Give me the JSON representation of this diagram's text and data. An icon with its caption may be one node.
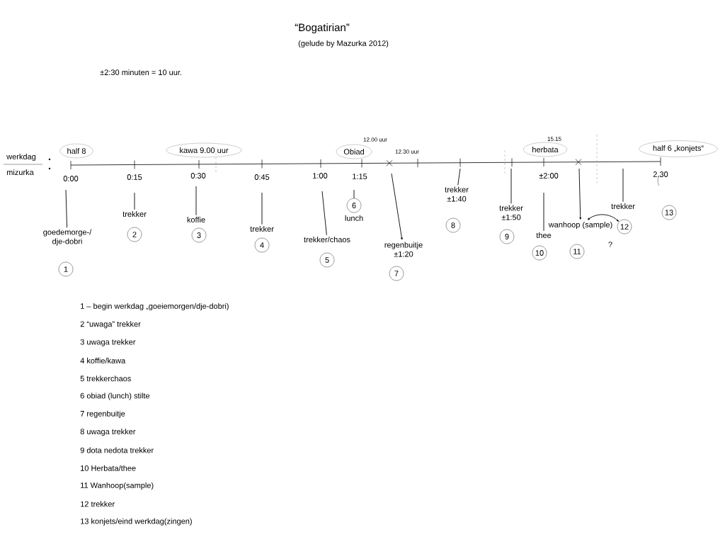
{
  "diagram": {
    "title": "“Bogatirian”",
    "nodes": [
      {
        "text": [
          "half 8"
        ]
      },
      {
        "text": [
          "kawa 9.00 uur"
        ]
      },
      {
        "text": [
          "Obiad"
        ]
      },
      {
        "text": [
          "herbata"
        ]
      },
      {
        "text": [
          "half 6 „konjets“"
        ]
      },
      {
        "text": [
          "goedemorge-/ dje-dobri"
        ]
      },
      {
        "text": [
          "1"
        ]
      },
      {
        "text": [
          "trekker"
        ]
      },
      {
        "text": [
          "2"
        ]
      },
      {
        "text": [
          "koffie"
        ]
      },
      {
        "text": [
          "3"
        ]
      },
      {
        "text": [
          "trekker"
        ]
      },
      {
        "text": [
          "4"
        ]
      },
      {
        "text": [
          "trekker/chaos"
        ]
      },
      {
        "text": [
          "5"
        ]
      },
      {
        "text": [
          "6"
        ],
        "beside": [
          "lunch"
        ]
      },
      {
        "text": [
          "regenbuitje",
          "±1:20"
        ]
      },
      {
        "text": [
          "7"
        ]
      },
      {
        "text": [
          "trekker",
          "±1:40"
        ]
      },
      {
        "text": [
          "8"
        ]
      },
      {
        "text": [
          "trekker",
          "±1:50"
        ]
      },
      {
        "text": [
          "9"
        ]
      },
      {
        "text": [
          "thee"
        ]
      },
      {
        "text": [
          "10"
        ]
      },
      {
        "text": [
          "wanhoop (sample)"
        ]
      },
      {
        "text": [
          "11"
        ]
      },
      {
        "text": [
          "trekker"
        ]
      },
      {
        "text": [
          "12"
        ]
      },
      {
        "text": [
          "13"
        ]
      }
    ],
    "edges": [
      {
        "from": null,
        "to": 5,
        "arrow": "none"
      },
      {
        "from": null,
        "to": 7,
        "arrow": "none"
      },
      {
        "from": null,
        "to": 9,
        "arrow": "none"
      },
      {
        "from": null,
        "to": 11,
        "arrow": "none"
      },
      {
        "from": null,
        "to": 13,
        "arrow": "none"
      },
      {
        "from": null,
        "to": 15,
        "arrow": "none"
      },
      {
        "from": null,
        "to": 16,
        "arrow": "to"
      },
      {
        "from": null,
        "to": 18,
        "arrow": "none"
      },
      {
        "from": null,
        "to": 20,
        "arrow": "none"
      },
      {
        "from": null,
        "to": 22,
        "arrow": "none"
      },
      {
        "from": null,
        "to": 24,
        "arrow": "to"
      },
      {
        "from": null,
        "to": 26,
        "arrow": "none"
      },
      {
        "from": 24,
        "to": 27,
        "arrow": "both",
        "label": "?"
      }
    ],
    "labels": [
      "(gelude by Mazurka 2012)",
      "±2:30 minuten = 10 uur.",
      "werkdag",
      "mizurka",
      "0:00",
      "0:15",
      "0:30",
      "0:45",
      "1:00",
      "1:15",
      "12.00 uur",
      "12.30 uur",
      "15.15",
      "±2:00",
      "2.30",
      "1 – begin werkdag „goeiemorgen/dje-dobri)",
      "2 “uwaga” trekker",
      "3 uwaga trekker",
      "4 koffie/kawa",
      "5 trekkerchaos",
      "6 obiad (lunch) stilte",
      "7 regenbuitje",
      "8 uwaga trekker",
      "9 dota nedota trekker",
      "10 Herbata/thee",
      "11 Wanhoop(sample)",
      "12 trekker",
      "13 konjets/eind werkdag(zingen)"
    ]
  }
}
